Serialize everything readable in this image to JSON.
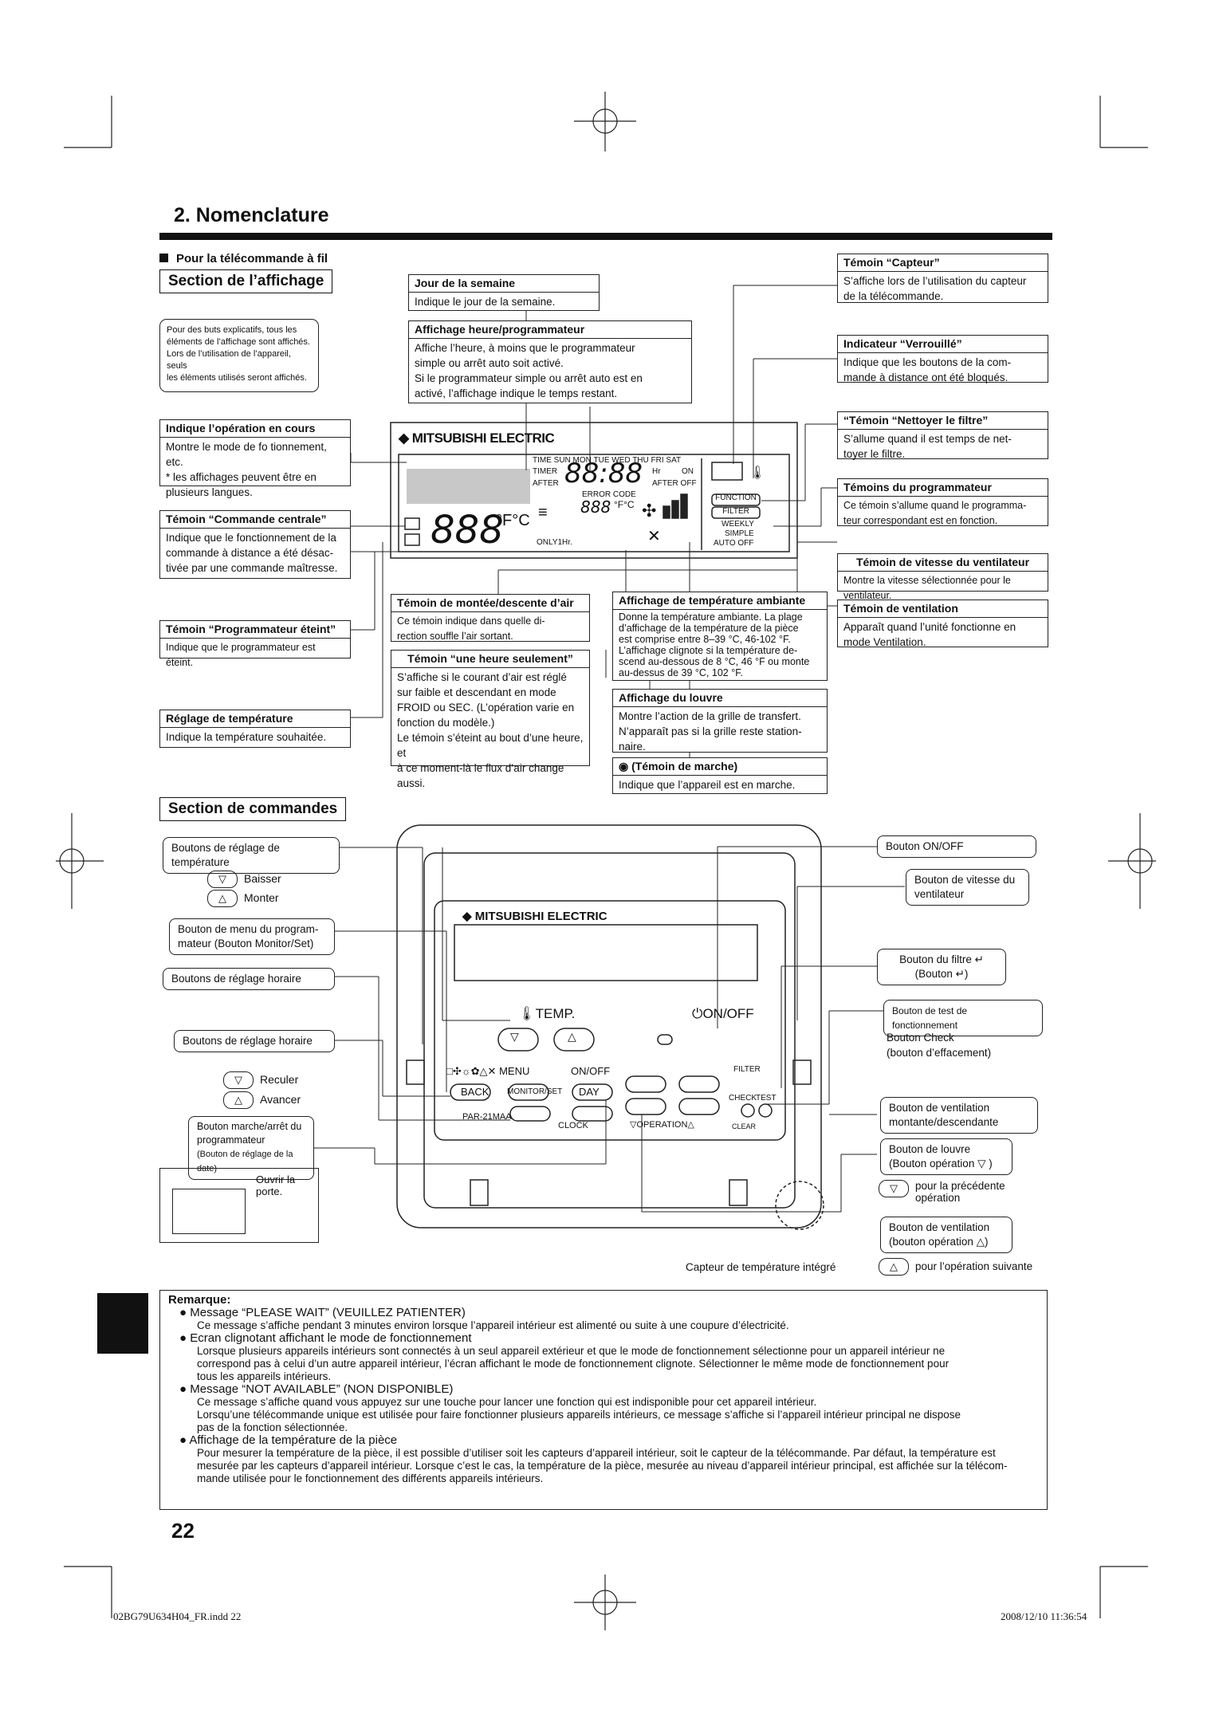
{
  "header": {
    "title": "2. Nomenclature",
    "sub": "Pour la télécommande à fil"
  },
  "sections": {
    "display": "Section de l’affichage",
    "controls": "Section de commandes"
  },
  "note": "Pour des buts explicatifs, tous les\néléments de l’affichage sont affichés.\nLors de l’utilisation de l’appareil, seuls\nles éléments utilisés seront affichés.",
  "boxes": {
    "jour": {
      "h": "Jour de la semaine",
      "t": "Indique le jour de la semaine."
    },
    "heure": {
      "h": "Affichage heure/programmateur",
      "t": "Affiche l’heure, à moins que le programmateur\nsimple ou arrêt auto soit activé.\nSi le programmateur simple ou arrêt auto est en\nactivé, l’affichage indique le temps restant."
    },
    "operation": {
      "h": "Indique l’opération en cours",
      "t": "Montre le mode de fo tionnement, etc.\n* les affichages peuvent être en\n   plusieurs langues."
    },
    "centrale": {
      "h": "Témoin “Commande centrale”",
      "t": "Indique que le fonctionnement de la\ncommande à distance a été désac-\ntivée par une commande maîtresse."
    },
    "prog_eteint": {
      "h": "Témoin “Programmateur éteint”",
      "t": "Indique que le programmateur est éteint."
    },
    "reglage_temp": {
      "h": "Réglage de température",
      "t": "Indique la température souhaitée."
    },
    "montee": {
      "h": "Témoin de montée/descente d’air",
      "t": "Ce témoin       indique dans quelle di-\nrection souffle l’air sortant."
    },
    "une_heure": {
      "h": "Témoin “une heure seulement”",
      "t": "S’affiche si le courant d’air est réglé\nsur faible et descendant en mode\nFROID ou SEC. (L’opération varie en\nfonction du modèle.)\nLe témoin s’éteint au bout d’une heure, et\nà ce moment-là le flux  d’air change aussi."
    },
    "ambiante": {
      "h": "Affichage de température ambiante",
      "t": "Donne la température ambiante. La plage\nd’affichage de la température de la pièce\nest comprise entre 8–39 °C, 46-102 °F.\nL’affichage clignote si la température de-\nscend au-dessous de 8 °C, 46 °F ou monte\nau-dessus de 39 °C, 102 °F."
    },
    "louvre": {
      "h": "Affichage du louvre",
      "t": "Montre l’action de la grille de transfert.\nN’apparaît pas si la grille reste station-\nnaire."
    },
    "marche": {
      "h": "(Témoin de marche)",
      "t": "Indique que l’appareil est en marche."
    },
    "capteur": {
      "h": "Témoin “Capteur”",
      "t": "S’affiche lors de l’utilisation du capteur\nde la télécommande."
    },
    "verrouille": {
      "h": "Indicateur “Verrouillé”",
      "t": "Indique que les boutons de la com-\nmande à distance ont été bloqués."
    },
    "filtre": {
      "h": "“Témoin “Nettoyer le filtre”",
      "t": "S’allume quand il est temps de net-\ntoyer le filtre."
    },
    "programmateur": {
      "h": "Témoins du programmateur",
      "t": "Ce témoin s’allume quand le programma-\nteur correspondant est en fonction."
    },
    "vitesse": {
      "h": "Témoin de vitesse du ventilateur",
      "t": "Montre la vitesse sélectionnée pour le ventilateur."
    },
    "ventilation": {
      "h": "Témoin de ventilation",
      "t": "Apparaît quand l’unité fonctionne en\nmode Ventilation."
    }
  },
  "lcd": {
    "brand": "MITSUBISHI ELECTRIC",
    "days": "TIME SUN MON TUE WED THU FRI SAT",
    "timer": "TIMER",
    "after": "AFTER",
    "hr": "Hr",
    "on": "ON",
    "after_off": "AFTER  OFF",
    "clock": "88:88",
    "error_code": "ERROR CODE",
    "small_digits": "888",
    "deg": "°F°C",
    "big_digits": "888",
    "big_deg": "°F°C",
    "only1hr": "ONLY1Hr.",
    "function": "FUNCTION",
    "filter": "FILTER",
    "weekly": "WEEKLY",
    "simple": "SIMPLE",
    "auto_off": "AUTO OFF"
  },
  "controls": {
    "temp_buttons": "Boutons de réglage de température",
    "baisser": "Baisser",
    "monter": "Monter",
    "menu_btn": "Bouton de menu du program-\nmateur (Bouton Monitor/Set)",
    "horaire1": "Boutons de réglage horaire",
    "horaire2": "Boutons de réglage horaire",
    "reculer": "Reculer",
    "avancer": "Avancer",
    "marche_arret": "Bouton marche/arrêt du\nprogrammateur",
    "marche_arret_sub": "(Bouton de réglage de la date)",
    "ouvrir": "Ouvrir la\nporte.",
    "onoff": "Bouton ON/OFF",
    "vitesse": "Bouton de vitesse du\nventilateur",
    "filtre": "Bouton du filtre ↵\n(Bouton ↵)",
    "test": "Bouton de test de fonctionnement",
    "check": "Bouton Check\n(bouton d’effacement)",
    "vent_md": "Bouton de ventilation\nmontante/descendante",
    "louvre": "Bouton de louvre\n(Bouton opération ▽ )",
    "precedente": "pour la précédente\n   opération",
    "ventilation": "Bouton de ventilation\n(bouton opération △)",
    "suivante": "pour l’opération suivante",
    "capteur": "Capteur de température intégré"
  },
  "remote": {
    "brand": "MITSUBISHI ELECTRIC",
    "temp": "TEMP.",
    "onoff": "ON/OFF",
    "menu": "MENU",
    "onoff2": "ON/OFF",
    "back": "BACK",
    "monitor": "MONITOR/SET",
    "day": "DAY",
    "clock": "CLOCK",
    "model": "PAR-21MAA",
    "filter": "FILTER",
    "check": "CHECK",
    "test": "TEST",
    "operation": "▽OPERATION△",
    "clear": "CLEAR"
  },
  "remark": {
    "title": "Remarque:",
    "items": [
      {
        "h": "Message “PLEASE WAIT” (VEUILLEZ PATIENTER)",
        "t": "Ce message s’affiche pendant 3 minutes environ lorsque l’appareil intérieur est alimenté ou suite à une coupure d’électricité."
      },
      {
        "h": "Ecran clignotant affichant le mode de fonctionnement",
        "t": "Lorsque plusieurs appareils intérieurs sont connectés à un seul appareil extérieur et que le mode de fonctionnement sélectionne pour un appareil intérieur ne\ncorrespond pas à celui d’un autre appareil intérieur, l’écran affichant le mode de fonctionnement clignote. Sélectionner le même mode de fonctionnement pour\ntous les appareils intérieurs."
      },
      {
        "h": "Message “NOT AVAILABLE” (NON DISPONIBLE)",
        "t": "Ce message s’affiche quand vous appuyez sur une touche pour lancer une fonction qui est indisponible pour cet appareil intérieur.\nLorsqu’une télécommande unique est utilisée pour faire fonctionner plusieurs appareils intérieurs, ce message s’affiche si l’appareil intérieur principal ne dispose\npas de la fonction sélectionnée."
      },
      {
        "h": "Affichage de la température de la pièce",
        "t": "Pour mesurer la température de la pièce, il est possible d’utiliser soit les capteurs d’appareil intérieur, soit le capteur de la télécommande. Par défaut, la température est\nmesurée par les capteurs d’appareil intérieur. Lorsque c’est le cas, la température de la pièce, mesurée au niveau d’appareil intérieur principal, est affichée sur la télécom-\nmande utilisée pour le fonctionnement des différents appareils intérieurs."
      }
    ]
  },
  "page_number": "22",
  "footer": {
    "left": "02BG79U634H04_FR.indd   22",
    "right": "2008/12/10   11:36:54"
  }
}
